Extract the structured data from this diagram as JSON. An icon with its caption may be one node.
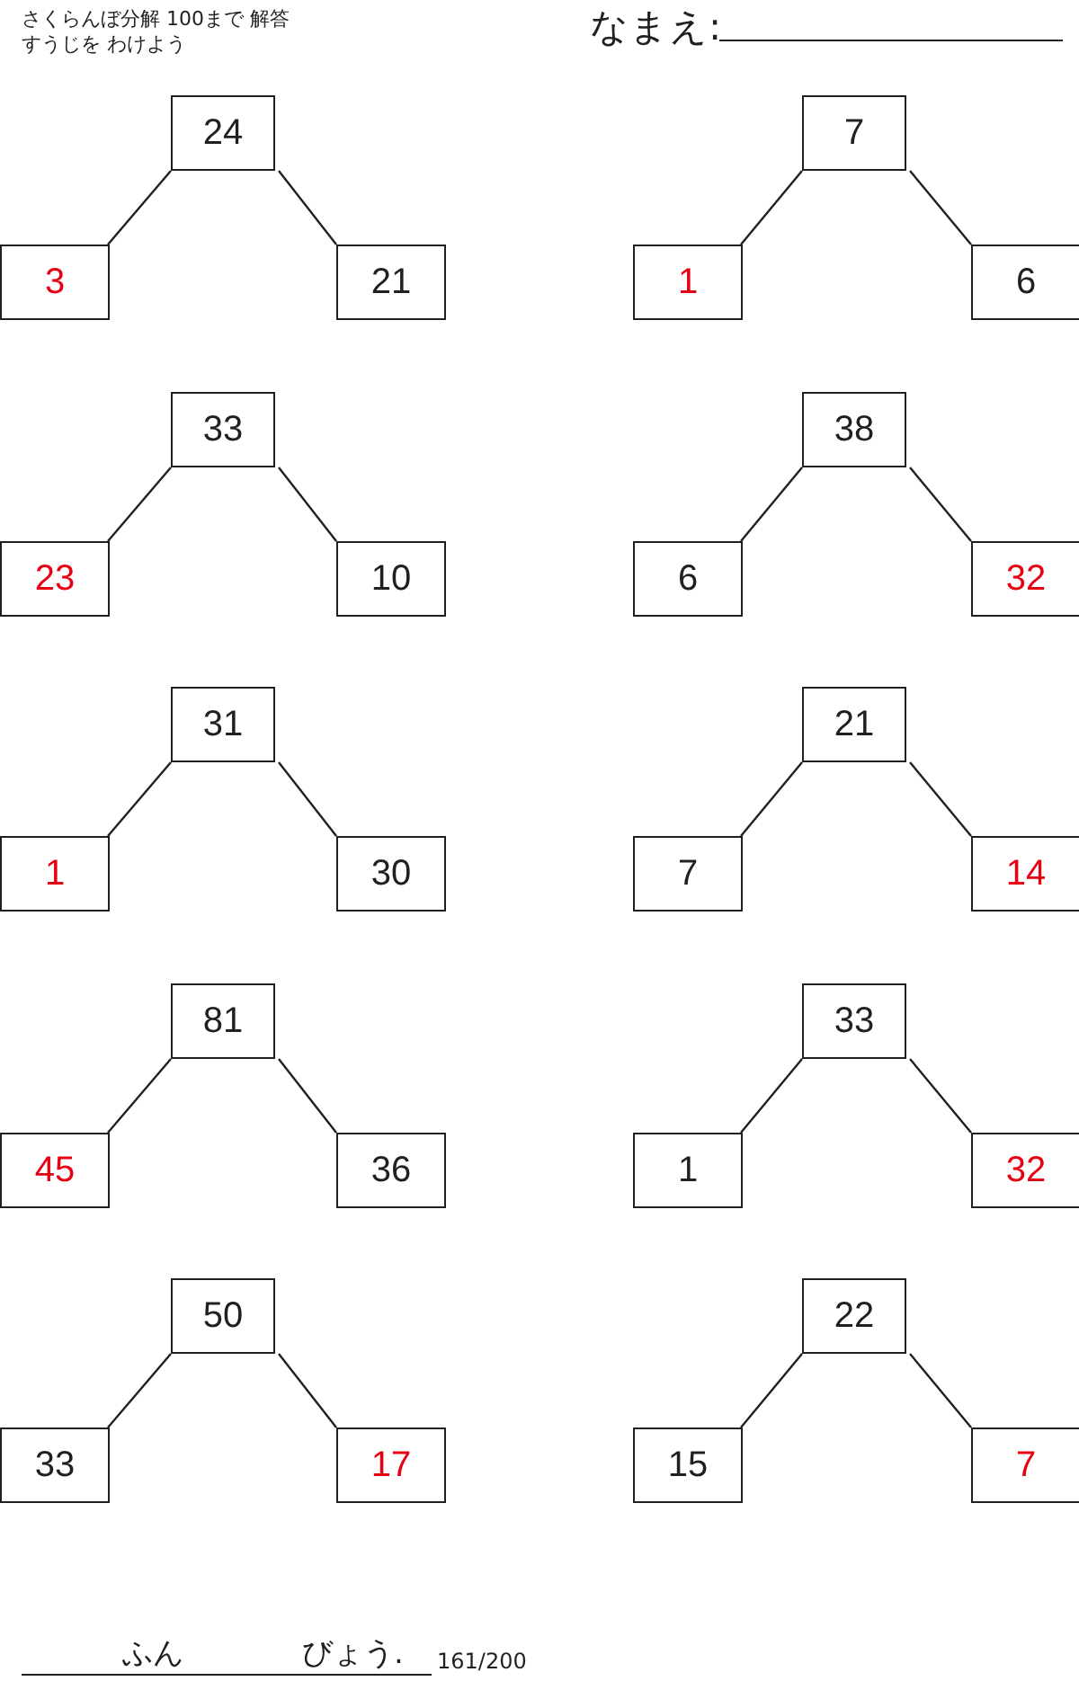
{
  "diagram": {
    "title": "さくらんぼ分解 100まで 解答",
    "nodes": [
      {
        "text": [
          "24"
        ]
      },
      {
        "text": [
          "3"
        ]
      },
      {
        "text": [
          "21"
        ]
      },
      {
        "text": [
          "7"
        ]
      },
      {
        "text": [
          "1"
        ]
      },
      {
        "text": [
          "6"
        ]
      },
      {
        "text": [
          "33"
        ]
      },
      {
        "text": [
          "23"
        ]
      },
      {
        "text": [
          "10"
        ]
      },
      {
        "text": [
          "38"
        ]
      },
      {
        "text": [
          "6"
        ]
      },
      {
        "text": [
          "32"
        ]
      },
      {
        "text": [
          "31"
        ]
      },
      {
        "text": [
          "1"
        ]
      },
      {
        "text": [
          "30"
        ]
      },
      {
        "text": [
          "21"
        ]
      },
      {
        "text": [
          "7"
        ]
      },
      {
        "text": [
          "14"
        ]
      },
      {
        "text": [
          "81"
        ]
      },
      {
        "text": [
          "45"
        ]
      },
      {
        "text": [
          "36"
        ]
      },
      {
        "text": [
          "33"
        ]
      },
      {
        "text": [
          "1"
        ]
      },
      {
        "text": [
          "32"
        ]
      },
      {
        "text": [
          "50"
        ]
      },
      {
        "text": [
          "33"
        ]
      },
      {
        "text": [
          "17"
        ]
      },
      {
        "text": [
          "22"
        ]
      },
      {
        "text": [
          "15"
        ]
      },
      {
        "text": [
          "7"
        ]
      }
    ],
    "edges": [
      {
        "from": 0,
        "to": 1,
        "arrow": "none"
      },
      {
        "from": 0,
        "to": 2,
        "arrow": "none"
      },
      {
        "from": 3,
        "to": 4,
        "arrow": "none"
      },
      {
        "from": 3,
        "to": 5,
        "arrow": "none"
      },
      {
        "from": 6,
        "to": 7,
        "arrow": "none"
      },
      {
        "from": 6,
        "to": 8,
        "arrow": "none"
      },
      {
        "from": 9,
        "to": 10,
        "arrow": "none"
      },
      {
        "from": 9,
        "to": 11,
        "arrow": "none"
      },
      {
        "from": 12,
        "to": 13,
        "arrow": "none"
      },
      {
        "from": 12,
        "to": 14,
        "arrow": "none"
      },
      {
        "from": 15,
        "to": 16,
        "arrow": "none"
      },
      {
        "from": 15,
        "to": 17,
        "arrow": "none"
      },
      {
        "from": 18,
        "to": 19,
        "arrow": "none"
      },
      {
        "from": 18,
        "to": 20,
        "arrow": "none"
      },
      {
        "from": 21,
        "to": 22,
        "arrow": "none"
      },
      {
        "from": 21,
        "to": 23,
        "arrow": "none"
      },
      {
        "from": 24,
        "to": 25,
        "arrow": "none"
      },
      {
        "from": 24,
        "to": 26,
        "arrow": "none"
      },
      {
        "from": 27,
        "to": 28,
        "arrow": "none"
      },
      {
        "from": 27,
        "to": 29,
        "arrow": "none"
      }
    ],
    "labels": [
      "すうじを わけよう",
      "なまえ:",
      "ふん",
      "びょう.",
      "161/200"
    ]
  }
}
